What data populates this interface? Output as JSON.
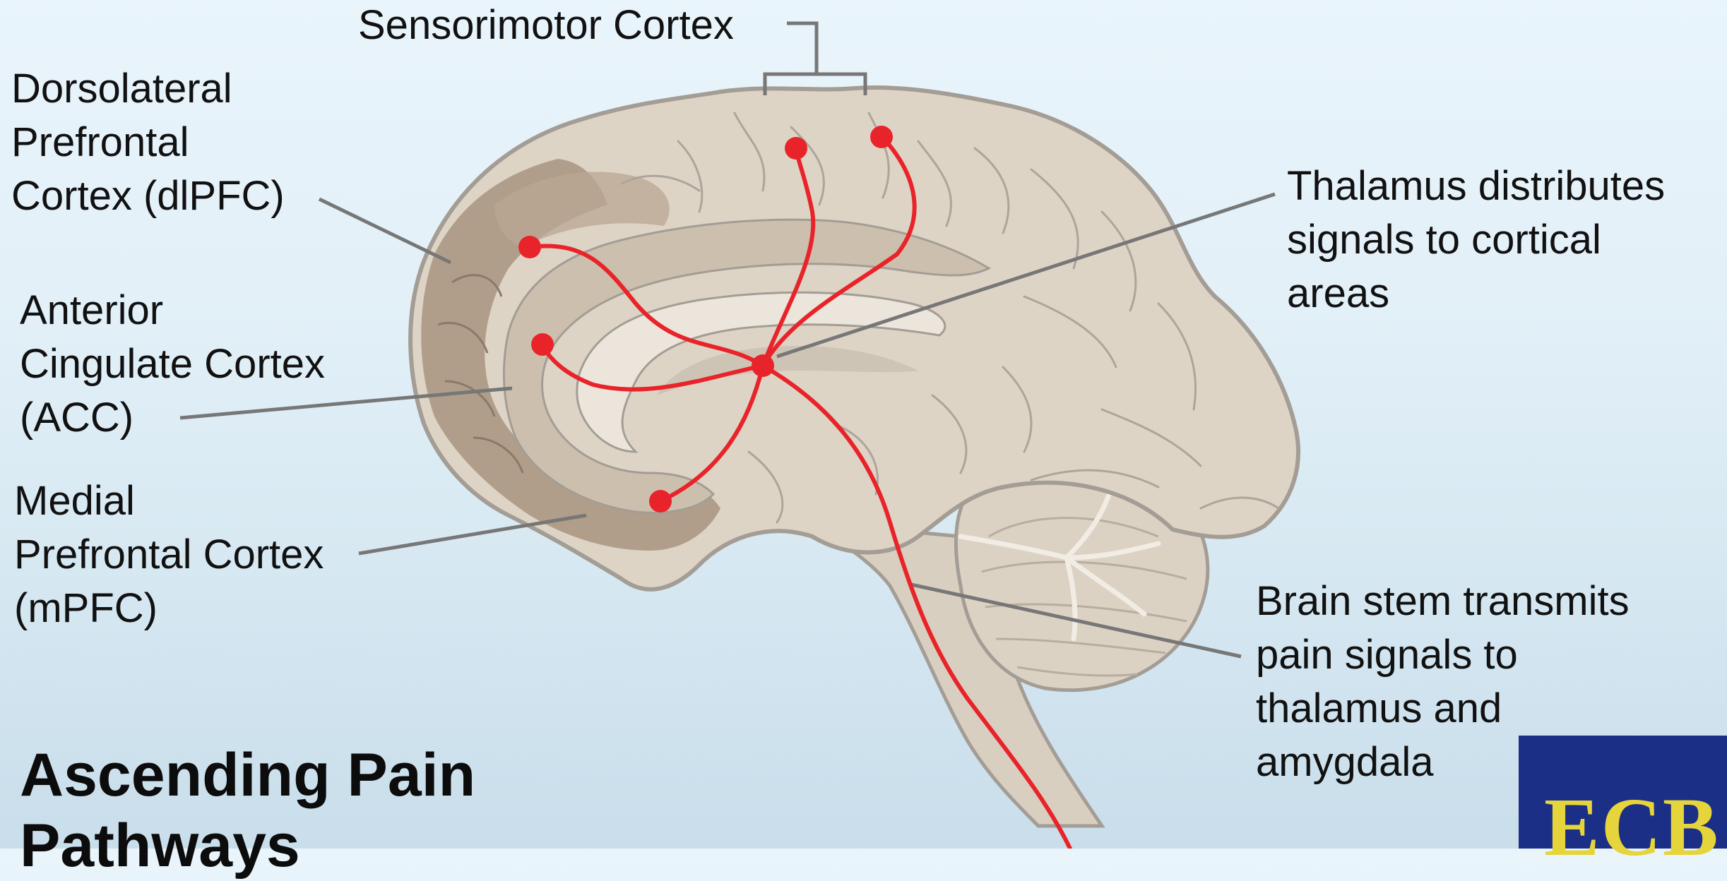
{
  "title": "Ascending Pain\nPathways",
  "labels": {
    "sensorimotor": "Sensorimotor Cortex",
    "dlpfc": "Dorsolateral\nPrefrontal\nCortex (dlPFC)",
    "acc": "Anterior\nCingulate Cortex\n(ACC)",
    "mpfc": "Medial\nPrefrontal Cortex\n(mPFC)",
    "thalamus": "Thalamus distributes\nsignals to cortical\nareas",
    "brainstem": "Brain stem transmits\npain signals to\nthalamus and\namygdala"
  },
  "logo": "ECB",
  "colors": {
    "pathway": "#e8242a",
    "brain": "#ddd4c6",
    "brain_outline": "#a39d95",
    "prefrontal_shade": "#a89480",
    "leader": "#777777"
  }
}
